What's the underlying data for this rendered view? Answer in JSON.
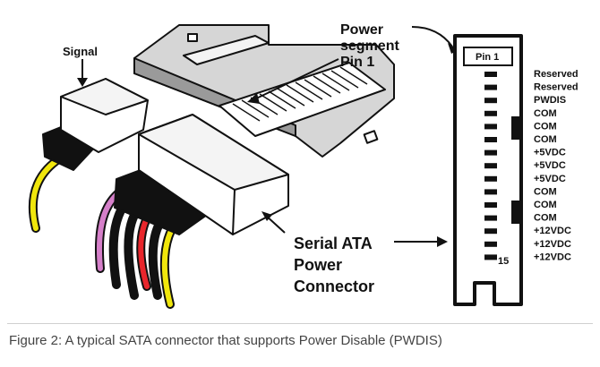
{
  "labels": {
    "signal": "Signal",
    "power_segment": [
      "Power",
      "segment",
      "Pin 1"
    ],
    "serial_ata": [
      "Serial ATA",
      "Power",
      "Connector"
    ],
    "pin1": "Pin 1",
    "pin15": "15"
  },
  "pin_list": [
    "Reserved",
    "Reserved",
    "PWDIS",
    "COM",
    "COM",
    "COM",
    "+5VDC",
    "+5VDC",
    "+5VDC",
    "COM",
    "COM",
    "COM",
    "+12VDC",
    "+12VDC",
    "+12VDC"
  ],
  "wire_colors": {
    "yellow": "#f0e60c",
    "pink": "#d57fc9",
    "black": "#111111",
    "red": "#e8262c"
  },
  "caption": "Figure 2: A typical SATA connector that supports Power Disable (PWDIS)"
}
